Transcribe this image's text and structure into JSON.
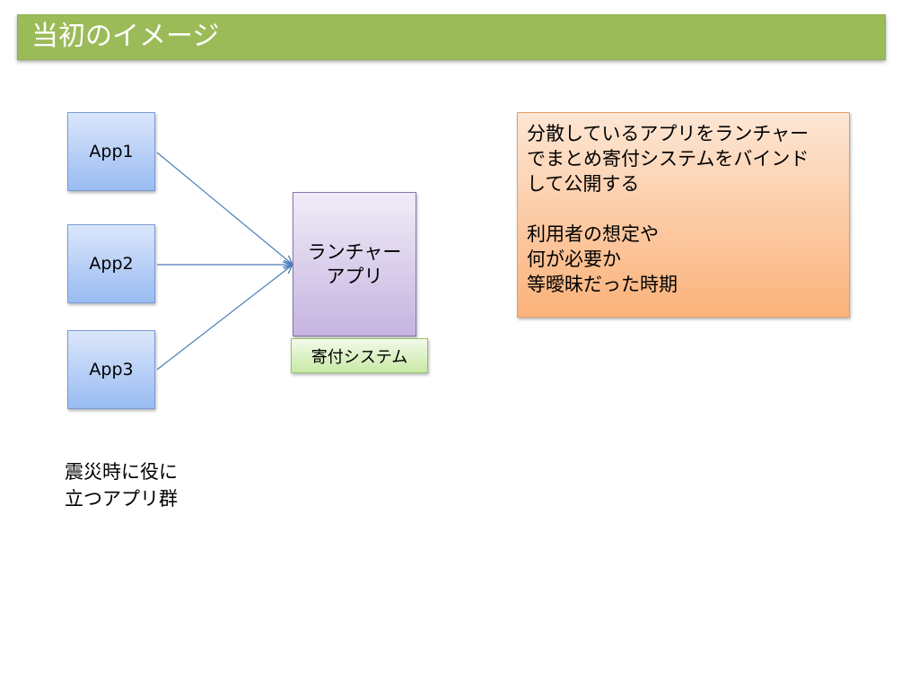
{
  "title": "当初のイメージ",
  "apps": [
    {
      "id": "app1",
      "label": "App1"
    },
    {
      "id": "app2",
      "label": "App2"
    },
    {
      "id": "app3",
      "label": "App3"
    }
  ],
  "launcher": {
    "line1": "ランチャー",
    "line2": "アプリ"
  },
  "donation_label": "寄付システム",
  "note": {
    "para1": [
      "分散しているアプリをランチャー",
      "でまとめ寄付システムをバインド",
      "して公開する"
    ],
    "para2": [
      "利用者の想定や",
      "何が必要か",
      "等曖昧だった時期"
    ]
  },
  "caption": {
    "line1": "震災時に役に",
    "line2": "立つアプリ群"
  },
  "colors": {
    "title_bar": "#9bbb59",
    "app_box": "#99bcf2",
    "launcher_box": "#c5b4e0",
    "donation_box": "#c8e9a6",
    "note_box": "#fbb27a",
    "arrow": "#4a7ebb"
  }
}
